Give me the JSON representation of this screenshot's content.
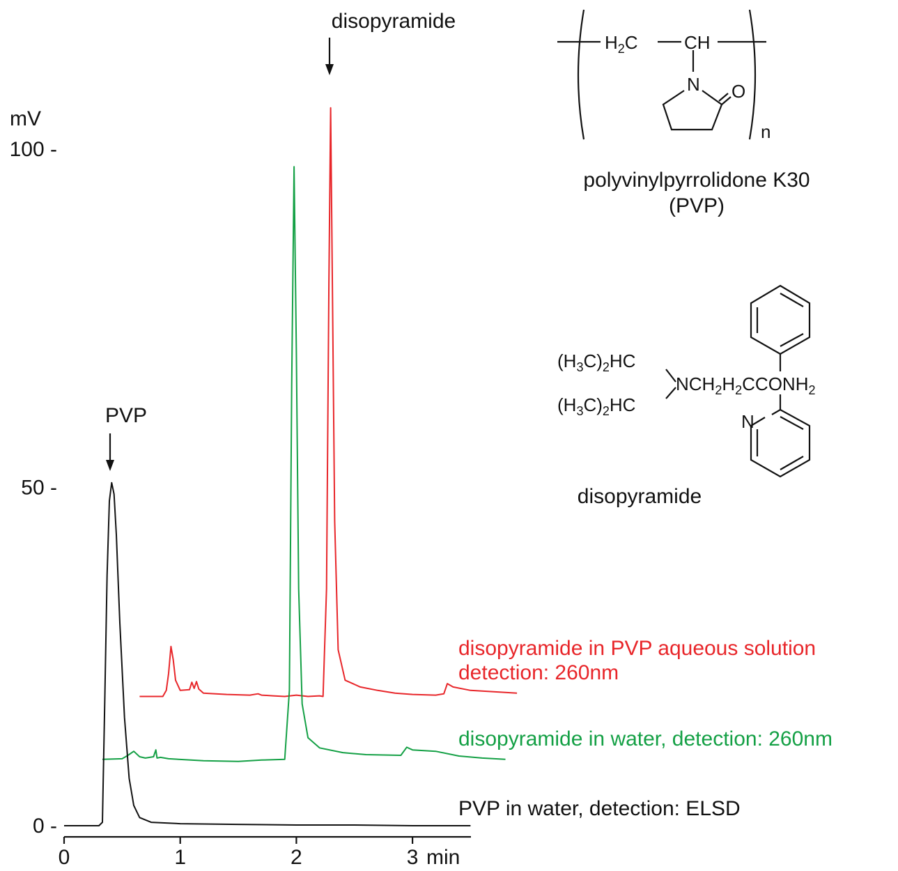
{
  "chart_data": {
    "type": "line",
    "title": "",
    "xlabel": "min",
    "ylabel": "mV",
    "xlim": [
      0,
      3.5
    ],
    "ylim": [
      0,
      110
    ],
    "x_ticks": [
      0,
      1,
      2,
      3
    ],
    "x_tick_labels": [
      "0",
      "1",
      "2",
      "3"
    ],
    "y_ticks": [
      0,
      50,
      100
    ],
    "y_tick_labels": [
      "0 -",
      "50 -",
      "100 -"
    ],
    "grid": false,
    "series": [
      {
        "name": "disopyramide in PVP aqueous solution detection: 260nm",
        "label_lines": [
          "disopyramide in PVP aqueous solution",
          "detection: 260nm"
        ],
        "color": "#e8262a",
        "points": [
          [
            0.65,
            19.1
          ],
          [
            0.85,
            19.1
          ],
          [
            0.88,
            20.0
          ],
          [
            0.9,
            22.5
          ],
          [
            0.92,
            26.5
          ],
          [
            0.94,
            24.5
          ],
          [
            0.96,
            21.5
          ],
          [
            1.0,
            20.0
          ],
          [
            1.08,
            20.1
          ],
          [
            1.1,
            21.2
          ],
          [
            1.12,
            20.3
          ],
          [
            1.14,
            21.3
          ],
          [
            1.16,
            20.2
          ],
          [
            1.2,
            19.6
          ],
          [
            1.4,
            19.4
          ],
          [
            1.6,
            19.3
          ],
          [
            1.67,
            19.5
          ],
          [
            1.7,
            19.3
          ],
          [
            1.8,
            19.2
          ],
          [
            1.9,
            19.1
          ],
          [
            2.0,
            19.3
          ],
          [
            2.1,
            19.1
          ],
          [
            2.2,
            19.2
          ],
          [
            2.23,
            19.1
          ],
          [
            2.26,
            35
          ],
          [
            2.28,
            80
          ],
          [
            2.295,
            106.1
          ],
          [
            2.31,
            80
          ],
          [
            2.33,
            45
          ],
          [
            2.36,
            26
          ],
          [
            2.42,
            21.5
          ],
          [
            2.55,
            20.5
          ],
          [
            2.7,
            20.0
          ],
          [
            2.85,
            19.6
          ],
          [
            3.0,
            19.4
          ],
          [
            3.2,
            19.3
          ],
          [
            3.27,
            19.5
          ],
          [
            3.3,
            21.0
          ],
          [
            3.35,
            20.5
          ],
          [
            3.5,
            20.0
          ],
          [
            3.7,
            19.8
          ],
          [
            3.9,
            19.6
          ]
        ]
      },
      {
        "name": "disopyramide in water, detection: 260nm",
        "label_lines": [
          "disopyramide in water, detection: 260nm"
        ],
        "color": "#14a045",
        "points": [
          [
            0.33,
            9.8
          ],
          [
            0.5,
            9.9
          ],
          [
            0.55,
            10.4
          ],
          [
            0.6,
            11.0
          ],
          [
            0.65,
            10.2
          ],
          [
            0.7,
            10.0
          ],
          [
            0.77,
            10.2
          ],
          [
            0.79,
            11.2
          ],
          [
            0.8,
            10.0
          ],
          [
            0.83,
            10.1
          ],
          [
            0.9,
            9.9
          ],
          [
            1.2,
            9.6
          ],
          [
            1.5,
            9.5
          ],
          [
            1.7,
            9.7
          ],
          [
            1.9,
            9.8
          ],
          [
            1.94,
            20
          ],
          [
            1.96,
            65
          ],
          [
            1.98,
            97.4
          ],
          [
            2.0,
            70
          ],
          [
            2.02,
            35
          ],
          [
            2.05,
            18
          ],
          [
            2.1,
            13
          ],
          [
            2.2,
            11.5
          ],
          [
            2.4,
            10.8
          ],
          [
            2.6,
            10.5
          ],
          [
            2.9,
            10.4
          ],
          [
            2.95,
            11.6
          ],
          [
            3.0,
            11.2
          ],
          [
            3.2,
            11.0
          ],
          [
            3.4,
            10.3
          ],
          [
            3.6,
            10.0
          ],
          [
            3.8,
            9.8
          ]
        ]
      },
      {
        "name": "PVP in water, detection: ELSD",
        "label_lines": [
          "PVP in water, detection: ELSD"
        ],
        "color": "#111111",
        "points": [
          [
            0.0,
            0.0
          ],
          [
            0.3,
            0.0
          ],
          [
            0.33,
            0.5
          ],
          [
            0.35,
            18
          ],
          [
            0.37,
            37
          ],
          [
            0.39,
            48
          ],
          [
            0.41,
            50.7
          ],
          [
            0.43,
            49
          ],
          [
            0.45,
            43
          ],
          [
            0.48,
            30
          ],
          [
            0.52,
            16
          ],
          [
            0.56,
            7
          ],
          [
            0.6,
            3
          ],
          [
            0.65,
            1.2
          ],
          [
            0.75,
            0.5
          ],
          [
            1.0,
            0.3
          ],
          [
            1.5,
            0.2
          ],
          [
            2.0,
            0.1
          ],
          [
            2.5,
            0.1
          ],
          [
            3.0,
            0.0
          ],
          [
            3.5,
            0.0
          ]
        ]
      }
    ],
    "annotations": [
      {
        "text": "PVP",
        "x": 0.39,
        "y": 50.7
      },
      {
        "text": "disopyramide",
        "x": 2.295,
        "y": 106.1
      }
    ]
  },
  "structures": {
    "pvp": {
      "ch2": "H2C",
      "ch": "CH",
      "n_atom": "N",
      "o_atom": "O",
      "repeat": "n",
      "name": "polyvinylpyrrolidone K30",
      "abbr": "(PVP)"
    },
    "disopyramide": {
      "sub_top": "(H3C)2HC",
      "sub_bottom": "(H3C)2HC",
      "chain": "NCH2H2CCONH2",
      "ring_n": "N",
      "name": "disopyramide"
    }
  }
}
